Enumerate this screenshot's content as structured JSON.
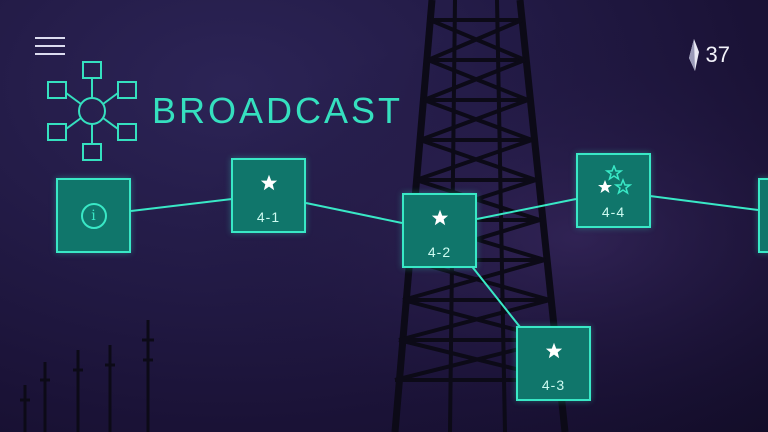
{
  "hud": {
    "currency_amount": "37",
    "currency_icon": "crystal-icon",
    "menu_icon": "hamburger-menu-icon"
  },
  "world": {
    "title": "BROADCAST",
    "icon": "network-hub-icon"
  },
  "levels": [
    {
      "id": "4-1",
      "label": "4-1",
      "stars_earned": 1,
      "stars_total": 1
    },
    {
      "id": "4-2",
      "label": "4-2",
      "stars_earned": 1,
      "stars_total": 1
    },
    {
      "id": "4-3",
      "label": "4-3",
      "stars_earned": 1,
      "stars_total": 1
    },
    {
      "id": "4-4",
      "label": "4-4",
      "stars_earned": 1,
      "stars_total": 3
    }
  ],
  "colors": {
    "accent": "#39e8c6",
    "node_fill": "#10766b",
    "background": "#221a45"
  }
}
